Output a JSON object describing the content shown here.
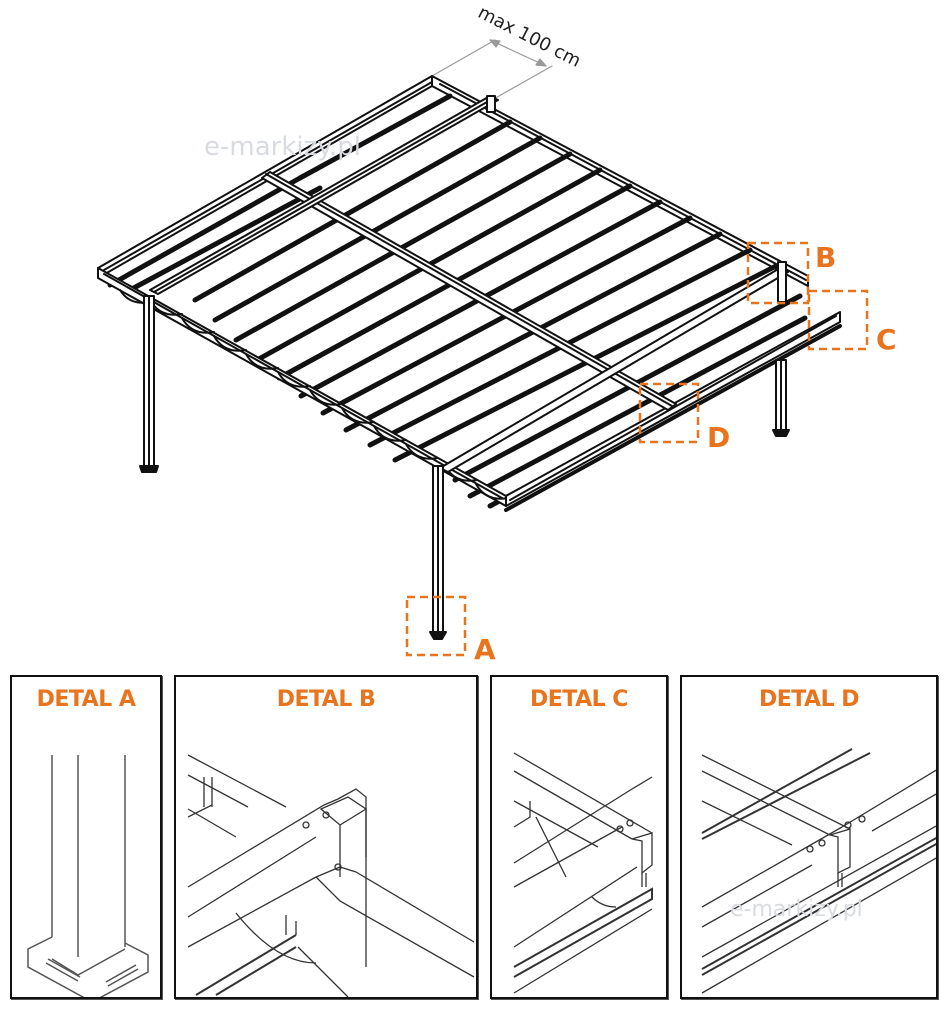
{
  "diagram": {
    "subject": "pergola with retractable roof awning",
    "dimension_label": "max 100 cm",
    "watermark": "e-markizy.pl",
    "accent_color": "#e8741e",
    "line_color": "#111111",
    "callouts": [
      {
        "id": "A",
        "label": "A",
        "location": "front post base"
      },
      {
        "id": "B",
        "label": "B",
        "location": "right post top joint"
      },
      {
        "id": "C",
        "label": "C",
        "location": "front-right frame corner"
      },
      {
        "id": "D",
        "label": "D",
        "location": "middle beam to front rail joint"
      }
    ],
    "details": [
      {
        "id": "A",
        "title": "DETAL A"
      },
      {
        "id": "B",
        "title": "DETAL B"
      },
      {
        "id": "C",
        "title": "DETAL C"
      },
      {
        "id": "D",
        "title": "DETAL D"
      }
    ]
  }
}
